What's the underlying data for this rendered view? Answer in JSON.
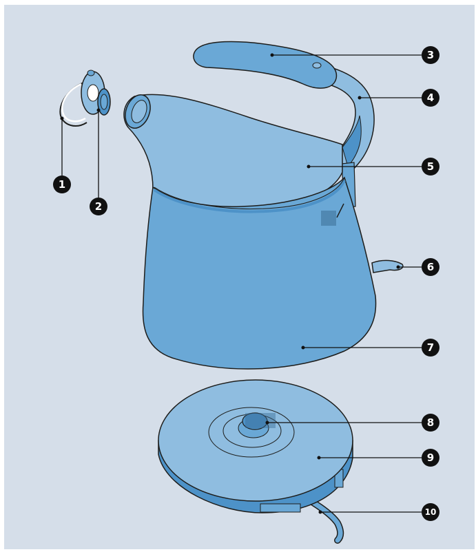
{
  "colors": {
    "background": "#d5dee9",
    "kettle_light": "#8fbde0",
    "kettle_mid": "#6aa8d6",
    "kettle_dark": "#4d92c8",
    "outline": "#1d1d1b",
    "callout": "#111111"
  },
  "callouts": [
    {
      "id": "1",
      "part": "lid-handle"
    },
    {
      "id": "2",
      "part": "lid-seal"
    },
    {
      "id": "3",
      "part": "handle-grip"
    },
    {
      "id": "4",
      "part": "handle-arm"
    },
    {
      "id": "5",
      "part": "kettle-upper-body"
    },
    {
      "id": "6",
      "part": "switch-lever"
    },
    {
      "id": "7",
      "part": "kettle-lower-body"
    },
    {
      "id": "8",
      "part": "base-connector"
    },
    {
      "id": "9",
      "part": "power-base"
    },
    {
      "id": "10",
      "part": "power-cord"
    }
  ]
}
